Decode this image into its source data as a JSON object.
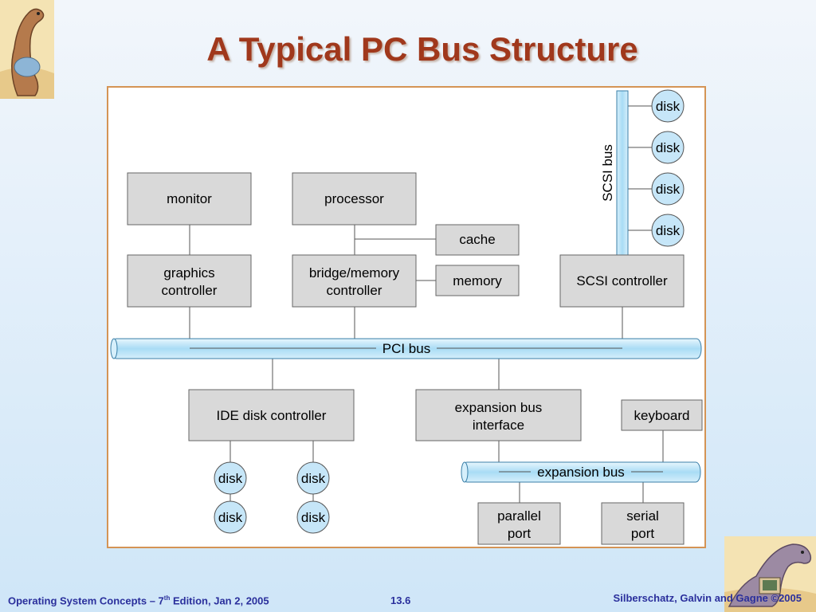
{
  "slide": {
    "title": "A Typical PC Bus Structure",
    "footer_left_pre": "Operating System Concepts – 7",
    "footer_left_sup": "th",
    "footer_left_post": " Edition, Jan 2, 2005",
    "footer_page": "13.6",
    "footer_right": "Silberschatz, Galvin and Gagne ©2005"
  },
  "diagram": {
    "boxes": {
      "monitor": "monitor",
      "processor": "processor",
      "cache": "cache",
      "memory": "memory",
      "graphics_1": "graphics",
      "graphics_2": "controller",
      "bridge_1": "bridge/memory",
      "bridge_2": "controller",
      "scsi_controller": "SCSI controller",
      "ide_controller": "IDE disk controller",
      "expansion_1": "expansion bus",
      "expansion_2": "interface",
      "keyboard": "keyboard",
      "parallel_1": "parallel",
      "parallel_2": "port",
      "serial_1": "serial",
      "serial_2": "port"
    },
    "buses": {
      "pci": "PCI bus",
      "scsi": "SCSI bus",
      "expansion": "expansion bus"
    },
    "disk_label": "disk"
  },
  "colors": {
    "title": "#a0381c",
    "box_fill": "#d9d9d9",
    "bus_fill": "#bfe4f8",
    "disk_fill": "#c6e6f8",
    "footer": "#2a2f9c"
  }
}
